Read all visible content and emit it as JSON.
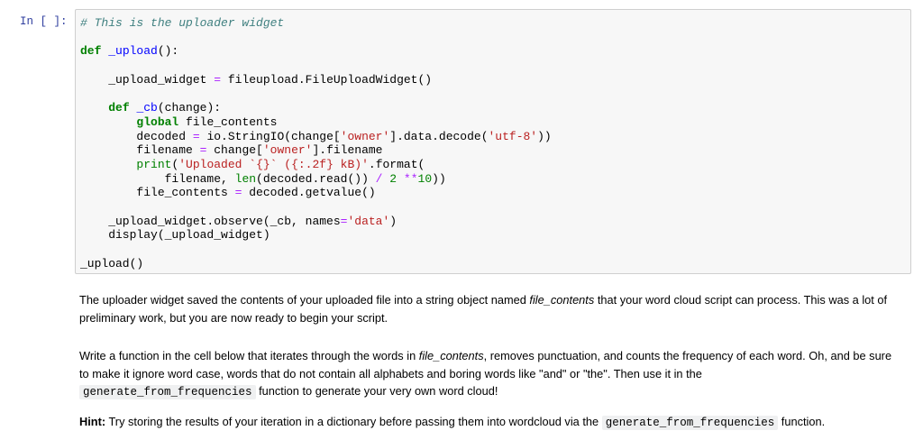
{
  "cell": {
    "prompt": "In [ ]:",
    "code_lines": [
      [
        {
          "t": "c",
          "v": "# This is the uploader widget"
        }
      ],
      [],
      [
        {
          "t": "k",
          "v": "def"
        },
        {
          "t": "",
          "v": " "
        },
        {
          "t": "nf",
          "v": "_upload"
        },
        {
          "t": "",
          "v": "():"
        }
      ],
      [],
      [
        {
          "t": "",
          "v": "    _upload_widget "
        },
        {
          "t": "o",
          "v": "="
        },
        {
          "t": "",
          "v": " fileupload.FileUploadWidget()"
        }
      ],
      [],
      [
        {
          "t": "",
          "v": "    "
        },
        {
          "t": "k",
          "v": "def"
        },
        {
          "t": "",
          "v": " "
        },
        {
          "t": "nf",
          "v": "_cb"
        },
        {
          "t": "",
          "v": "(change):"
        }
      ],
      [
        {
          "t": "",
          "v": "        "
        },
        {
          "t": "k",
          "v": "global"
        },
        {
          "t": "",
          "v": " file_contents"
        }
      ],
      [
        {
          "t": "",
          "v": "        decoded "
        },
        {
          "t": "o",
          "v": "="
        },
        {
          "t": "",
          "v": " io.StringIO(change["
        },
        {
          "t": "s",
          "v": "'owner'"
        },
        {
          "t": "",
          "v": "].data.decode("
        },
        {
          "t": "s",
          "v": "'utf-8'"
        },
        {
          "t": "",
          "v": "))"
        }
      ],
      [
        {
          "t": "",
          "v": "        filename "
        },
        {
          "t": "o",
          "v": "="
        },
        {
          "t": "",
          "v": " change["
        },
        {
          "t": "s",
          "v": "'owner'"
        },
        {
          "t": "",
          "v": "].filename"
        }
      ],
      [
        {
          "t": "",
          "v": "        "
        },
        {
          "t": "nb",
          "v": "print"
        },
        {
          "t": "",
          "v": "("
        },
        {
          "t": "s",
          "v": "'Uploaded `{}` ({:.2f} kB)'"
        },
        {
          "t": "",
          "v": ".format("
        }
      ],
      [
        {
          "t": "",
          "v": "            filename, "
        },
        {
          "t": "nb",
          "v": "len"
        },
        {
          "t": "",
          "v": "(decoded.read()) "
        },
        {
          "t": "o",
          "v": "/"
        },
        {
          "t": "",
          "v": " "
        },
        {
          "t": "m",
          "v": "2"
        },
        {
          "t": "",
          "v": " "
        },
        {
          "t": "o",
          "v": "**"
        },
        {
          "t": "m",
          "v": "10"
        },
        {
          "t": "",
          "v": "))"
        }
      ],
      [
        {
          "t": "",
          "v": "        file_contents "
        },
        {
          "t": "o",
          "v": "="
        },
        {
          "t": "",
          "v": " decoded.getvalue()"
        }
      ],
      [],
      [
        {
          "t": "",
          "v": "    _upload_widget.observe(_cb, names"
        },
        {
          "t": "o",
          "v": "="
        },
        {
          "t": "s",
          "v": "'data'"
        },
        {
          "t": "",
          "v": ")"
        }
      ],
      [
        {
          "t": "",
          "v": "    display(_upload_widget)"
        }
      ],
      [],
      [
        {
          "t": "",
          "v": "_upload()"
        }
      ]
    ]
  },
  "markdown": {
    "p1": {
      "a": "The uploader widget saved the contents of your uploaded file into a string object named ",
      "em": "file_contents",
      "b": " that your word cloud script can process. This was a lot of preliminary work, but you are now ready to begin your script."
    },
    "p2": {
      "a": "Write a function in the cell below that iterates through the words in ",
      "em": "file_contents",
      "b": ", removes punctuation, and counts the frequency of each word. Oh, and be sure to make it ignore word case, words that do not contain all alphabets and boring words like \"and\" or \"the\". Then use it in the ",
      "code": "generate_from_frequencies",
      "c": " function to generate your very own word cloud!"
    },
    "p3": {
      "bold": "Hint:",
      "a": " Try storing the results of your iteration in a dictionary before passing them into wordcloud via the ",
      "code": "generate_from_frequencies",
      "b": " function."
    }
  }
}
